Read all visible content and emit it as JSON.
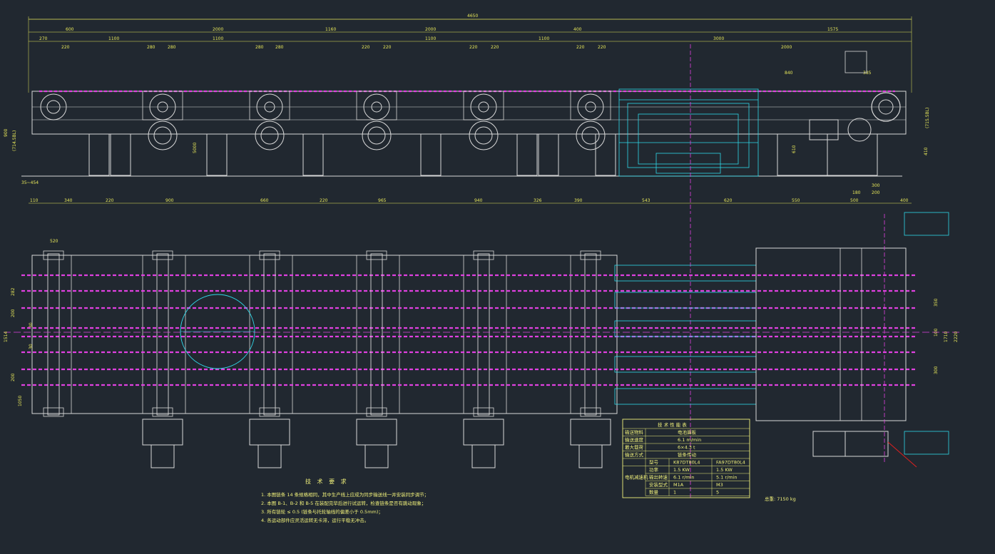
{
  "palette": {
    "background": "#212830",
    "frame": "#d8d8d8",
    "chain": "#e040e0",
    "dimension": "#e8e85a",
    "cyan": "#30d8e8",
    "red": "#e02020"
  },
  "top_dimensions": {
    "overall": "4650",
    "upper": [
      "600",
      "2000",
      "1160",
      "2000",
      "400",
      "1575"
    ],
    "middle": [
      "270",
      "1100",
      "1100",
      "1100",
      "1100",
      "3000",
      "2000"
    ],
    "pitches": [
      [
        "220"
      ],
      [
        "280",
        "280"
      ],
      [
        "280",
        "280"
      ],
      [
        "220",
        "220"
      ],
      [
        "220",
        "220"
      ],
      [
        "220",
        "220"
      ]
    ],
    "right_labels": [
      "840",
      "385"
    ],
    "left_labels": [
      "900",
      "(714.5BL)"
    ],
    "right_side": [
      "(715.5BL)",
      "410",
      "610"
    ],
    "center_vertical": "5000"
  },
  "bottom_dimensions": {
    "values": [
      "110",
      "340",
      "220",
      "900",
      "660",
      "220",
      "965",
      "940",
      "326",
      "390",
      "543",
      "620",
      "550",
      "500",
      "400"
    ],
    "small": [
      "35~454",
      "180",
      "200",
      "300"
    ]
  },
  "plan_dimensions": {
    "left": [
      "1514",
      "282",
      "200",
      "30",
      "30",
      "200",
      "1050"
    ],
    "right": [
      "350",
      "100",
      "300",
      "1710",
      "2220"
    ],
    "top": "520"
  },
  "spec_table": {
    "title": "技 术 性 能 表",
    "rows": [
      [
        "输送物料",
        "电池面板"
      ],
      [
        "输送速度",
        "6.1 m/min"
      ],
      [
        "最大载荷",
        "6×4.3 t"
      ],
      [
        "输送方式",
        "链条传动"
      ]
    ],
    "motor_header": [
      "型号",
      "K87DT80L4",
      "FA97DT80L4"
    ],
    "motor_rows": [
      [
        "",
        "功率",
        "1.5 KW",
        "1.5 KW"
      ],
      [
        "电机减速机",
        "输出转速",
        "6.1 r/min",
        "5.1 r/min"
      ],
      [
        "",
        "安装型式",
        "M1A",
        "M3"
      ],
      [
        "",
        "数量",
        "1",
        "5"
      ]
    ]
  },
  "weight": "总重: 7150 kg",
  "tech_notes": {
    "title": "技 术 要 求",
    "items": [
      "1. 本图链条 14 条规格相同，其中生产线上应成为同步输送线一并安装同步调节；",
      "2. 本图 B-1、B-2 和 B-5 在装配完毕后进行试运转，检查链条是否有跳动现象；",
      "3. 所有链轮 ≤ 0.5 (链条与托轮轴线的偏差小于 0.5mm)；",
      "4. 各运动部件应灵活运转无卡滞，运行平稳无冲击。"
    ]
  }
}
